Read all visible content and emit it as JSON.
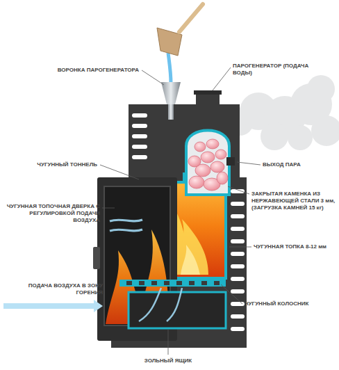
{
  "diagram": {
    "labels": [
      "ВОРОНКА ПАРОГЕНЕРАТОРА",
      "ПАРОГЕНЕРАТОР (ПОДАЧА ВОДЫ)",
      "ЧУГУННЫЙ ТОННЕЛЬ",
      "ВЫХОД ПАРА",
      "ЗАКРЫТАЯ КАМЕНКА ИЗ НЕРЖАВЕЮЩЕЙ СТАЛИ 3 мм, (ЗАГРУЗКА КАМНЕЙ 15 кг)",
      "ЧУГУННАЯ ТОПОЧНАЯ ДВЕРКА С РЕГУЛИРОВКОЙ ПОДАЧИ ВОЗДУХА",
      "ЧУГУННАЯ ТОПКА 8-12 мм",
      "ПОДАЧА ВОЗДУХА В ЗОНУ ГОРЕНИЯ",
      "ЧУГУННЫЙ КОЛОСНИК",
      "ЗОЛЬНЫЙ ЯЩИК"
    ]
  }
}
